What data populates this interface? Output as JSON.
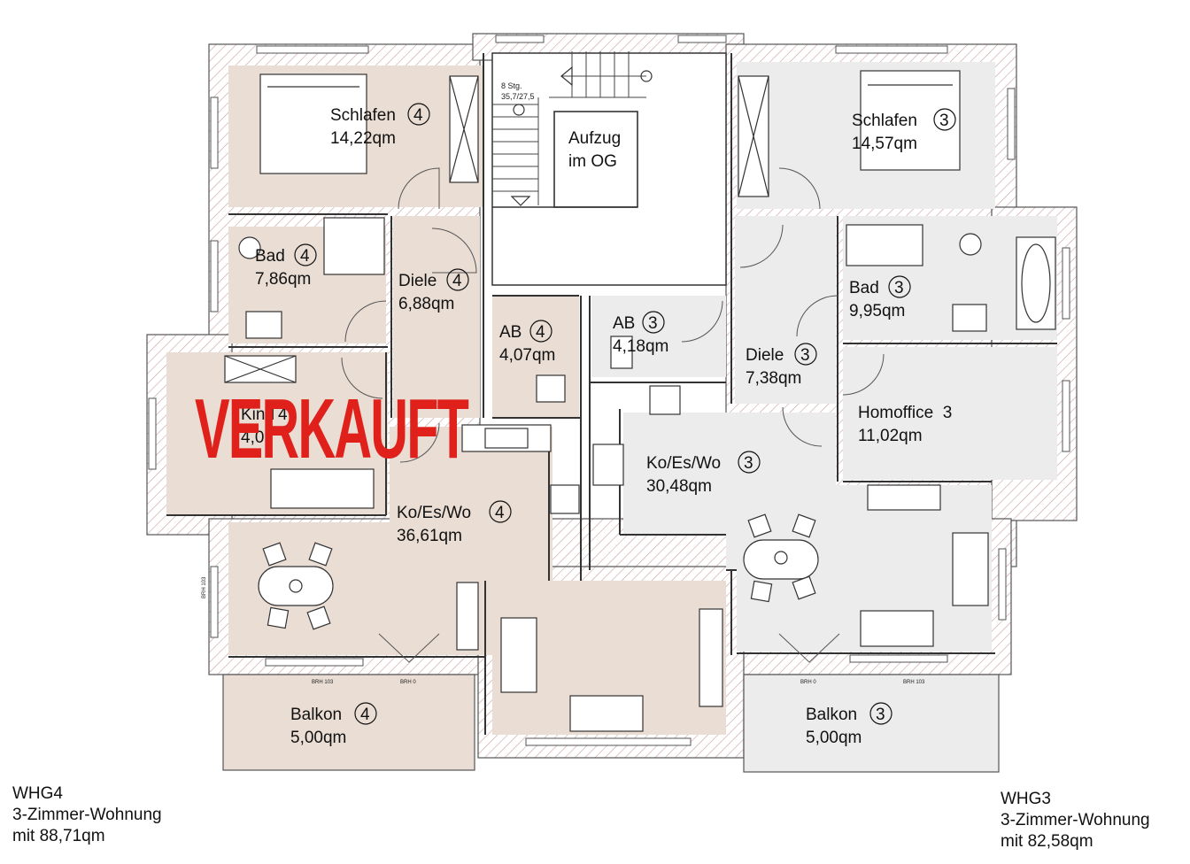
{
  "colors": {
    "whg4_fill": "#eaddd4",
    "whg3_fill": "#ececec",
    "sold_stamp": "#e0211b",
    "wall_hatch": "#c9a0a0"
  },
  "rooms": {
    "schlafen4": {
      "name": "Schlafen",
      "unit": "4",
      "area": "14,22qm"
    },
    "bad4": {
      "name": "Bad",
      "unit": "4",
      "area": "7,86qm"
    },
    "diele4": {
      "name": "Diele",
      "unit": "4",
      "area": "6,88qm"
    },
    "ab4": {
      "name": "AB",
      "unit": "4",
      "area": "4,07qm"
    },
    "kind4": {
      "name": "Kind",
      "unit": "4",
      "area": "4,0"
    },
    "kowo4": {
      "name": "Ko/Es/Wo",
      "unit": "4",
      "area": "36,61qm"
    },
    "balkon4": {
      "name": "Balkon",
      "unit": "4",
      "area": "5,00qm"
    },
    "schlafen3": {
      "name": "Schlafen",
      "unit": "3",
      "area": "14,57qm"
    },
    "bad3": {
      "name": "Bad",
      "unit": "3",
      "area": "9,95qm"
    },
    "ab3": {
      "name": "AB",
      "unit": "3",
      "area": "4,18qm"
    },
    "diele3": {
      "name": "Diele",
      "unit": "3",
      "area": "7,38qm"
    },
    "homeoffice3": {
      "name": "Homoffice  3",
      "area": "11,02qm"
    },
    "kowo3": {
      "name": "Ko/Es/Wo",
      "unit": "3",
      "area": "30,48qm"
    },
    "balkon3": {
      "name": "Balkon",
      "unit": "3",
      "area": "5,00qm"
    }
  },
  "core": {
    "elevator_line1": "Aufzug",
    "elevator_line2": "im OG",
    "stairs_line1": "8 Stg.",
    "stairs_line2": "35,7/27,5"
  },
  "annotations": {
    "brh_side": "BRH 103",
    "brh_103_left": "BRH 103",
    "brh_0_left": "BRH 0",
    "brh_0_right": "BRH 0",
    "brh_103_right": "BRH 103"
  },
  "stamp": "VERKAUFT",
  "units": {
    "whg4": {
      "id": "WHG4",
      "type": "3-Zimmer-Wohnung",
      "area": "mit 88,71qm"
    },
    "whg3": {
      "id": "WHG3",
      "type": "3-Zimmer-Wohnung",
      "area": "mit 82,58qm"
    }
  }
}
